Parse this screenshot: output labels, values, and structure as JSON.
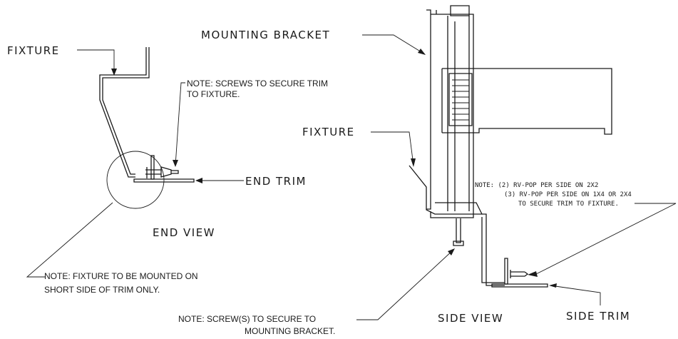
{
  "labels": {
    "fixture_left": "FIXTURE",
    "mounting_bracket": "MOUNTING BRACKET",
    "fixture_right": "FIXTURE",
    "end_trim": "END TRIM",
    "end_view": "END VIEW",
    "side_view": "SIDE VIEW",
    "side_trim": "SIDE TRIM"
  },
  "notes": {
    "screws_trim": [
      "NOTE:  SCREWS TO SECURE TRIM",
      "TO FIXTURE."
    ],
    "short_side": [
      "NOTE:  FIXTURE TO BE MOUNTED ON",
      "SHORT SIDE OF TRIM ONLY."
    ],
    "screws_bracket": [
      "NOTE:  SCREW(S) TO SECURE TO",
      "MOUNTING BRACKET."
    ],
    "rv_pop": [
      "NOTE: (2) RV-POP PER SIDE ON 2X2",
      "(3) RV-POP PER SIDE ON 1X4 OR 2X4",
      "TO SECURE TRIM TO FIXTURE."
    ]
  }
}
